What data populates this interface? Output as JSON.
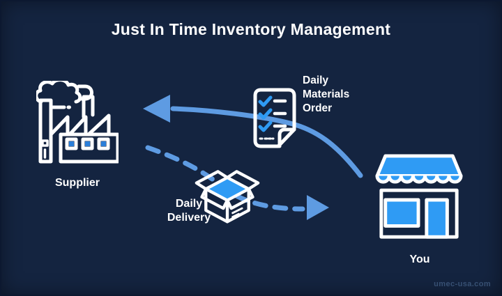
{
  "title": "Just In Time Inventory Management",
  "diagram": {
    "supplier": {
      "label": "Supplier",
      "icon": "factory-icon"
    },
    "order": {
      "lines": [
        "Daily",
        "Materials",
        "Order"
      ],
      "icon": "checklist-document-icon"
    },
    "delivery": {
      "lines": [
        "Daily",
        "Delivery"
      ],
      "icon": "open-box-icon"
    },
    "store": {
      "label": "You",
      "icon": "storefront-icon"
    },
    "edges": [
      {
        "name": "order-flow",
        "from": "You",
        "to": "Supplier",
        "style": "solid-arrow"
      },
      {
        "name": "delivery-flow",
        "from": "Supplier",
        "to": "You",
        "style": "dashed-arrow"
      }
    ]
  },
  "colors": {
    "background": "#142440",
    "accent_blue": "#2F9BF4",
    "window_blue": "#2B7FD9",
    "arrow_blue": "#5E9BE2",
    "text": "#FFFFFF"
  },
  "watermark": "umec-usa.com"
}
